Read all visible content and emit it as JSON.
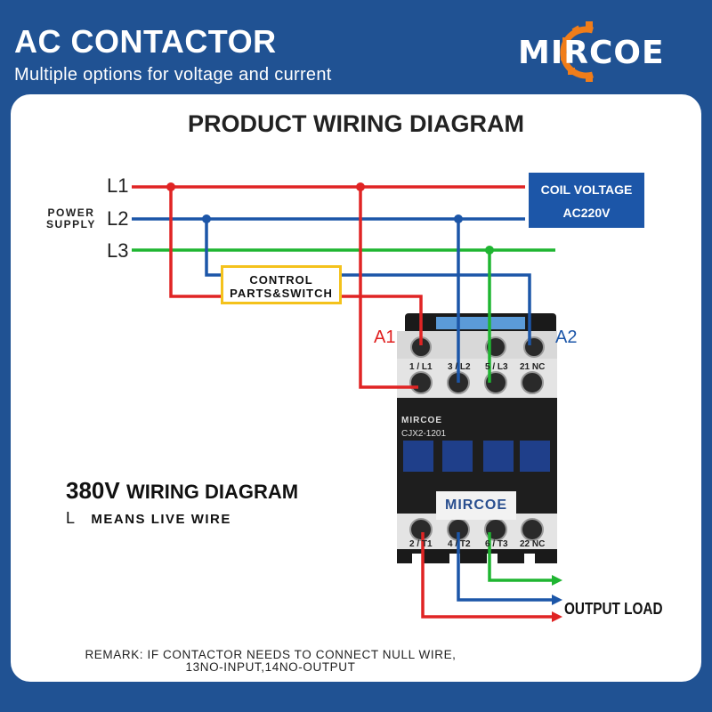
{
  "header": {
    "title": "AC CONTACTOR",
    "subtitle": "Multiple options for voltage and current",
    "brand": "MIRCOE"
  },
  "diagram": {
    "title": "PRODUCT WIRING DIAGRAM",
    "power_supply_label": [
      "POWER",
      "SUPPLY"
    ],
    "lines": [
      {
        "label": "L1",
        "color": "#e02424"
      },
      {
        "label": "L2",
        "color": "#1c56a8"
      },
      {
        "label": "L3",
        "color": "#1fb531"
      }
    ],
    "coil_box": {
      "line1": "COIL VOLTAGE",
      "line2": "AC220V"
    },
    "control_box": {
      "line1": "CONTROL",
      "line2": "PARTS&SWITCH"
    },
    "coil_terminals": {
      "a1": "A1",
      "a2": "A2"
    },
    "top_terminals": [
      "1 / L1",
      "3 / L2",
      "5 / L3",
      "21 NC"
    ],
    "bottom_terminals": [
      "2 / T1",
      "4 / T2",
      "6 / T3",
      "22 NC"
    ],
    "device": {
      "brand": "MIRCOE",
      "model": "CJX2-1201",
      "plate": "MIRCOE"
    },
    "output_label": "OUTPUT LOAD",
    "heading": {
      "voltage": "380V",
      "text": "WIRING DIAGRAM"
    },
    "legend": {
      "symbol": "L",
      "text": "MEANS LIVE WIRE"
    },
    "remark": {
      "line1": "REMARK: IF CONTACTOR NEEDS TO CONNECT NULL WIRE,",
      "line2": "13NO-INPUT,14NO-OUTPUT"
    }
  },
  "colors": {
    "background": "#205293",
    "coil_box": "#1c56a8",
    "control_border": "#f4c21c",
    "logo_gear": "#f07d1a"
  }
}
